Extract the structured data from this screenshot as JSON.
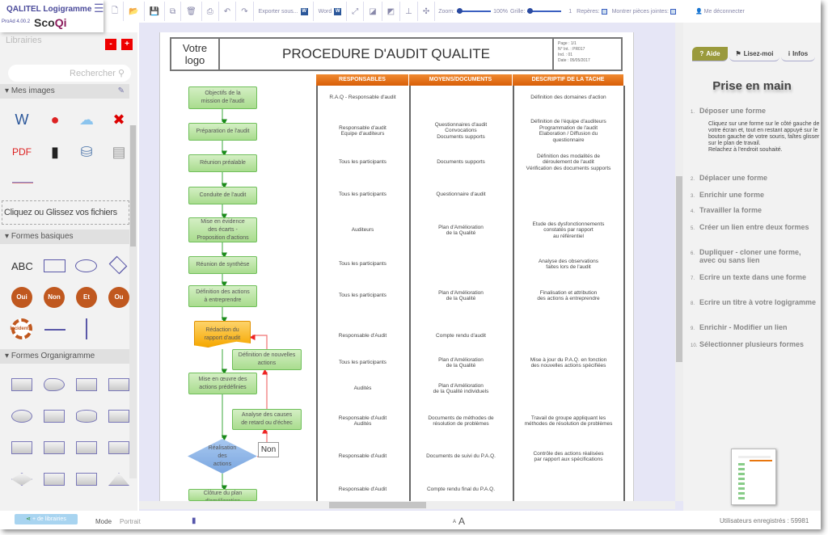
{
  "app": {
    "title": "QALITEL Logigramme",
    "version": "ProAd 4.00.2",
    "logo": "ScoQi"
  },
  "toolbar": {
    "export_label": "Exporter sous...",
    "word_label": "Word",
    "zoom_label": "Zoom:",
    "zoom_value": "100%",
    "zoom_fraction": 0.1,
    "grid_label": "Grille:",
    "grid_value": "1",
    "grid_fraction": 0.1,
    "reperes_label": "Repères:",
    "pieces_label": "Montrer pièces jointes:",
    "logout_label": "Me déconnecter"
  },
  "left": {
    "title": "Librairies",
    "minus": "-",
    "plus": "+",
    "search_placeholder": "Rechercher",
    "sections": [
      "Mes images",
      "Formes basiques",
      "Formes Organigramme"
    ],
    "drop_text": "Cliquez ou Glissez vos fichiers",
    "basic_text": "ABC",
    "circles": [
      "Oui",
      "Non",
      "Et",
      "Ou",
      "Incident"
    ],
    "more_libs": "+ de librairies"
  },
  "doc": {
    "logo": "Votre logo",
    "title": "PROCEDURE D'AUDIT QUALITE",
    "info": [
      "Page : 1/1",
      "N° Int. : PR017",
      "Ind. : 01",
      "Date : 05/05/2017"
    ],
    "headers": [
      "RESPONSABLES",
      "MOYENS/DOCUMENTS",
      "DESCRIPTIF DE LA TACHE"
    ],
    "rows": [
      [
        "R.A.Q - Responsable d'audit",
        "",
        "Définition des domaines d'action"
      ],
      [
        "Responsable d'audit\nEquipe d'auditeurs",
        "Questionnaires d'audit\nConvocations\nDocuments supports",
        "Définition de l'équipe d'auditeurs\nProgrammation de l'audit\nElaboration / Diffusion du\nquestionnaire"
      ],
      [
        "Tous les participants",
        "Documents supports",
        "Définition des modalités de\ndéroulement de l'audit\nVérification des documents supports"
      ],
      [
        "Tous les participants",
        "Questionnaire d'audit",
        ""
      ],
      [
        "Auditeurs",
        "Plan d'Amélioration\nde la Qualité",
        "Etude des dysfonctionnements\nconstatés par rapport\nau référentiel"
      ],
      [
        "Tous les participants",
        "",
        "Analyse des observations\nfaites lors de l'audit"
      ],
      [
        "Tous les participants",
        "Plan d'Amélioration\nde la Qualité",
        "Finalisation et attribution\ndes actions à entreprendre"
      ],
      [
        "Responsable d'Audit",
        "Compte rendu d'audit",
        ""
      ],
      [
        "Tous les participants",
        "Plan d'Amélioration\nde la Qualité",
        "Mise à jour du P.A.Q. en fonction\ndes nouvelles actions spécifiées"
      ],
      [
        "Audités",
        "Plan d'Amélioration\nde la Qualité individuels",
        ""
      ],
      [
        "Responsable d'Audit\nAudités",
        "Documents de méthodes de\nrésolution de problèmes",
        "Travail de groupe appliquant les\nméthodes de résolution de problèmes"
      ],
      [
        "Responsable d'Audit",
        "Documents de suivi du P.A.Q.",
        "Contrôle des actions réalisées\npar rapport aux spécifications"
      ],
      [
        "Responsable d'Audit",
        "Compte rendu final du P.A.Q.",
        ""
      ]
    ],
    "nodes": [
      "Objectifs de la\nmission de  l'audit",
      "Préparation  de  l'audit",
      "Réunion préalable",
      "Conduite de l'audit",
      "Mise en évidence\ndes écarts -\nProposition d'actions",
      "Réunion de synthèse",
      "Définition des actions\nà entreprendre",
      "Rédaction du\nrapport d'audit",
      "Définition de nouvelles\nactions",
      "Mise en œuvre des\nactions prédéfinies",
      "Analyse des causes\nde retard ou d'échec",
      "Réalisation\ndes\nactions",
      "Clôture du plan\nd'amélioration"
    ],
    "non_label": "Non"
  },
  "right": {
    "tabs": [
      "Aide",
      "Lisez-moi",
      "Infos"
    ],
    "heading": "Prise en main",
    "steps": [
      "Déposer une forme",
      "Déplacer une forme",
      "Enrichir une forme",
      "Travailler la forme",
      "Créer un lien entre deux formes",
      "Dupliquer - cloner une forme, avec ou sans lien",
      "Ecrire un texte dans une forme",
      "Ecrire un titre à votre logigramme",
      "Enrichir - Modifier un lien",
      "Sélectionner plusieurs formes"
    ],
    "step1_desc": "Cliquez sur une forme sur le côté gauche de votre écran et, tout en restant appuyé sur le bouton gauche de votre souris, faîtes glisser sur le plan de travail.\nRelachez à l'endroit souhaité."
  },
  "status": {
    "mode_label": "Mode",
    "mode_value": "Portrait",
    "font_small": "A",
    "font_large": "A",
    "users": "Utilisateurs enregistrés : 59981"
  }
}
